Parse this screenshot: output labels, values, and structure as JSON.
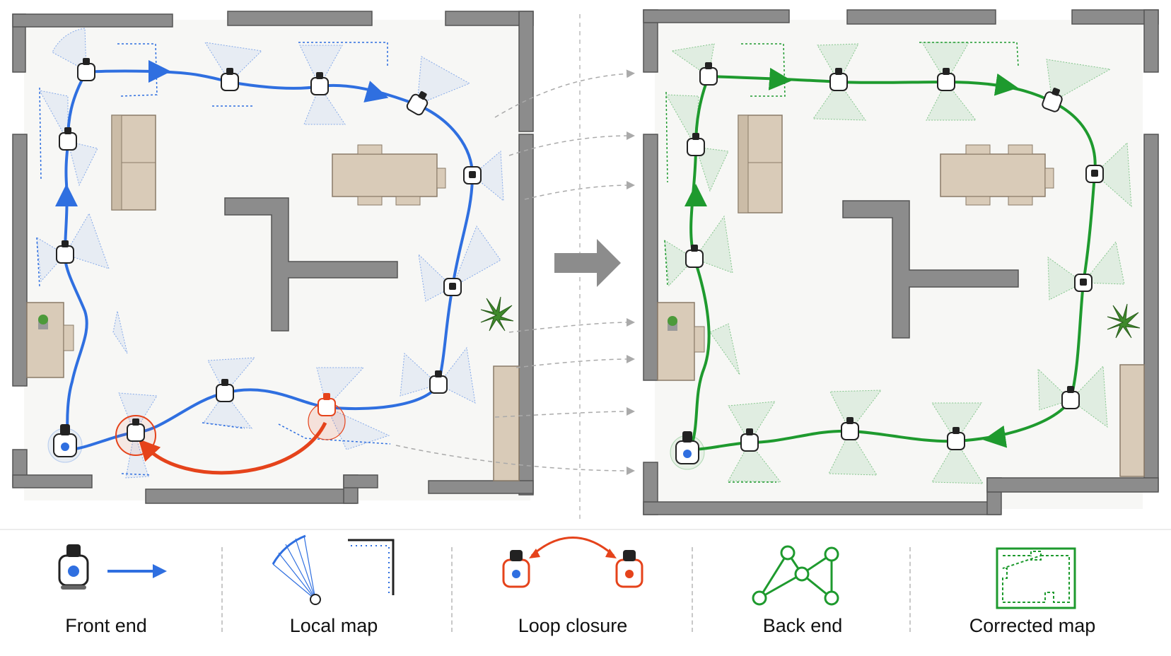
{
  "colors": {
    "front_end": "#2f6fe0",
    "back_end": "#1e9a2e",
    "loop_closure": "#e5431b",
    "wall": "#8c8c8c",
    "furniture": "#d9cbb8",
    "floor": "#f7f7f5"
  },
  "icons": [
    "robot-icon",
    "arrow-right-icon",
    "lidar-scan-icon",
    "local-map-corner-icon",
    "graph-icon",
    "corrected-map-icon",
    "plant-icon",
    "sofa-icon",
    "table-icon",
    "desk-icon",
    "cabinet-icon"
  ],
  "legend": [
    {
      "key": "front_end",
      "label": "Front end"
    },
    {
      "key": "local_map",
      "label": "Local map"
    },
    {
      "key": "loop_closure",
      "label": "Loop closure"
    },
    {
      "key": "back_end",
      "label": "Back end"
    },
    {
      "key": "corrected_map",
      "label": "Corrected map"
    }
  ]
}
